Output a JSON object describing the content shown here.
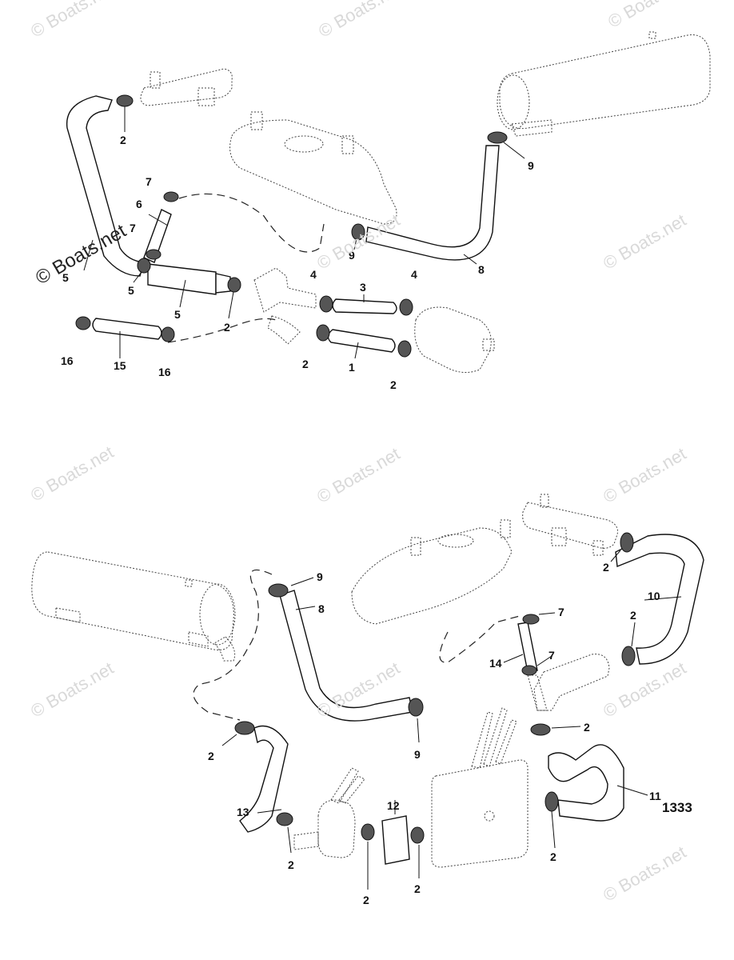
{
  "watermarks": [
    "© Boats.net",
    "© Boats.net",
    "© Boats.net",
    "© Boats.net",
    "© Boats.net",
    "© Boats.net",
    "© Boats.net",
    "© Boats.net",
    "© Boats.net",
    "© Boats.net",
    "© Boats.net",
    "© Boats.net"
  ],
  "main_watermark": "© Boats.net",
  "figure_number": "1333",
  "labels": {
    "t1": "2",
    "t2": "7",
    "t3": "6",
    "t4": "7",
    "t5": "5",
    "t6": "5",
    "t7": "5",
    "t8": "2",
    "t9": "9",
    "t10": "9",
    "t11": "8",
    "t12": "4",
    "t13": "3",
    "t14": "4",
    "t15": "2",
    "t16": "1",
    "t17": "2",
    "t18": "16",
    "t19": "15",
    "t20": "16",
    "b1": "9",
    "b2": "8",
    "b3": "9",
    "b4": "2",
    "b5": "13",
    "b6": "2",
    "b7": "12",
    "b8": "2",
    "b9": "2",
    "b10": "2",
    "b11": "10",
    "b12": "2",
    "b13": "7",
    "b14": "14",
    "b15": "7",
    "b16": "2",
    "b17": "11",
    "b18": "2"
  }
}
